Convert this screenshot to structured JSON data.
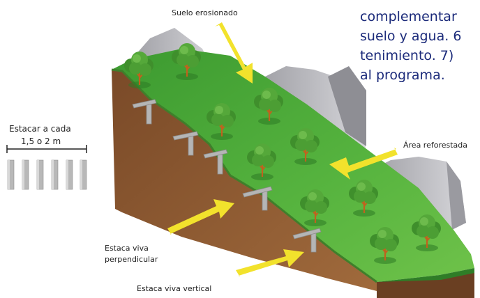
{
  "labels": {
    "suelo_erosionado": "Suelo erosionado",
    "area_reforestada": "Área reforestada",
    "estaca_perpendicular_1": "Estaca viva",
    "estaca_perpendicular_2": "perpendicular",
    "estaca_vertical": "Estaca viva vertical"
  },
  "spacing_legend": {
    "title": "Estacar a cada",
    "distance": "1,5 o 2 m",
    "stake_count": 6
  },
  "text_fragment": [
    "complementar",
    "suelo y agua. 6",
    "tenimiento. 7)",
    "al programa."
  ],
  "colors": {
    "grass": "#4aa83a",
    "soil": "#8b5a33",
    "rock": "#b8b8bc",
    "arrow": "#f2e22c",
    "text_blue": "#1b2a7a"
  }
}
